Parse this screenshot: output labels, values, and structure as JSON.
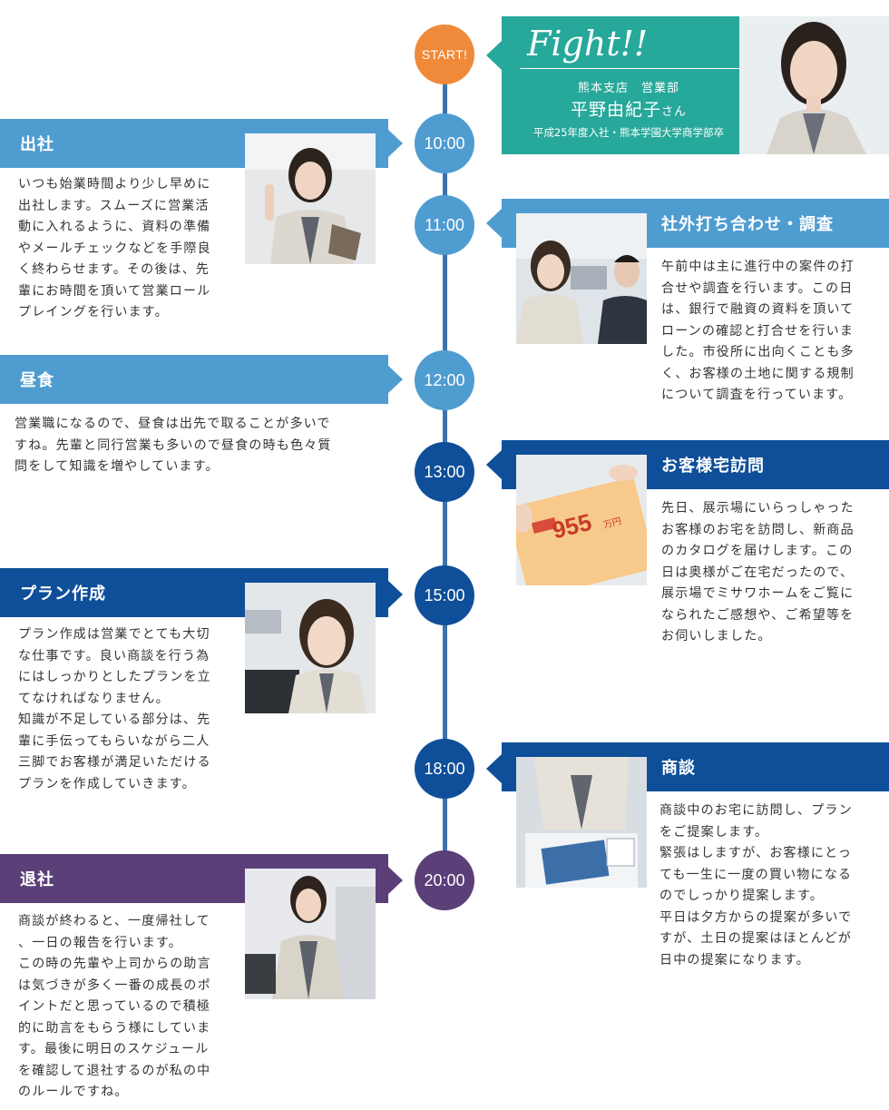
{
  "intro": {
    "fight": "Fight!!",
    "dept": "熊本支店　営業部",
    "name": "平野由紀子",
    "name_suffix": "さん",
    "graduation": "平成25年度入社・熊本学園大学商学部卒"
  },
  "timeline": [
    {
      "time": "START!",
      "color": "#ef8a3a"
    },
    {
      "time": "10:00",
      "color": "#4f9cd1"
    },
    {
      "time": "11:00",
      "color": "#4f9cd1"
    },
    {
      "time": "12:00",
      "color": "#4f9cd1"
    },
    {
      "time": "13:00",
      "color": "#0f4f99"
    },
    {
      "time": "15:00",
      "color": "#0f4f99"
    },
    {
      "time": "18:00",
      "color": "#0f4f99"
    },
    {
      "time": "20:00",
      "color": "#5a3f78"
    }
  ],
  "events": [
    {
      "title": "出社",
      "color": "#4f9cd1",
      "text": "いつも始業時間より少し早めに\n出社します。スムーズに営業活\n動に入れるように、資料の準備\nやメールチェックなどを手際良\nく終わらせます。その後は、先\n輩にお時間を頂いて営業ロール\nプレイングを行います。"
    },
    {
      "title": "社外打ち合わせ・調査",
      "color": "#4f9cd1",
      "text": "午前中は主に進行中の案件の打\n合せや調査を行います。この日\nは、銀行で融資の資料を頂いて\nローンの確認と打合せを行いま\nした。市役所に出向くことも多\nく、お客様の土地に関する規制\nについて調査を行っています。"
    },
    {
      "title": "昼食",
      "color": "#4f9cd1",
      "text": "営業職になるので、昼食は出先で取ることが多いで\nすね。先輩と同行営業も多いので昼食の時も色々質\n問をして知識を増やしています。"
    },
    {
      "title": "お客様宅訪問",
      "color": "#0f4f99",
      "text": "先日、展示場にいらっしゃった\nお客様のお宅を訪問し、新商品\nのカタログを届けします。この\n日は奥様がご在宅だったので、\n展示場でミサワホームをご覧に\nなられたご感想や、ご希望等を\nお伺いしました。"
    },
    {
      "title": "プラン作成",
      "color": "#0f4f99",
      "text": "プラン作成は営業でとても大切\nな仕事です。良い商談を行う為\nにはしっかりとしたプランを立\nてなければなりません。\n知識が不足している部分は、先\n輩に手伝ってもらいながら二人\n三脚でお客様が満足いただける\nプランを作成していきます。"
    },
    {
      "title": "商談",
      "color": "#0f4f99",
      "text": "商談中のお宅に訪問し、プラン\nをご提案します。\n緊張はしますが、お客様にとっ\nても一生に一度の買い物になる\nのでしっかり提案します。\n平日は夕方からの提案が多いで\nすが、土日の提案はほとんどが\n日中の提案になります。"
    },
    {
      "title": "退社",
      "color": "#5a3f78",
      "text": "商談が終わると、一度帰社して\n、一日の報告を行います。\nこの時の先輩や上司からの助言\nは気づきが多く一番の成長のポ\nイントだと思っているので積極\n的に助言をもらう様にしていま\nす。最後に明日のスケジュール\nを確認して退社するのが私の中\nのルールですね。"
    }
  ],
  "catalog_photo": {
    "big_number": "955",
    "unit": "万円"
  },
  "colors": {
    "line": "#3a73b0",
    "intro_bg": "#26a89a"
  }
}
